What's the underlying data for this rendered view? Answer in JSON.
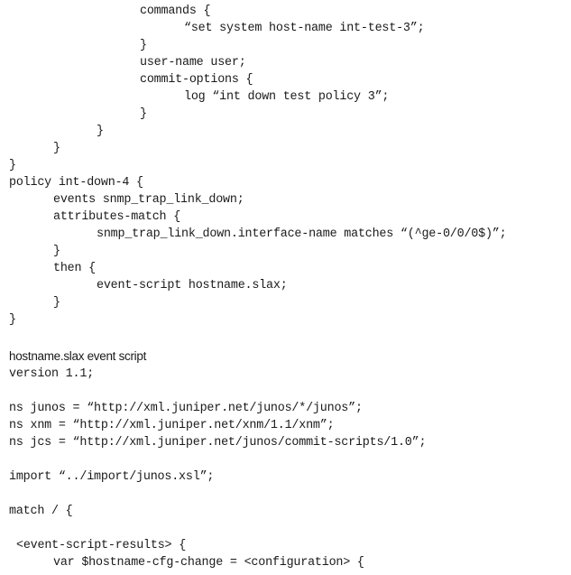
{
  "document": {
    "policy_block": [
      "commands {",
      "“set system host-name int-test-3”;",
      "}",
      "user-name user;",
      "commit-options {",
      "log “int down test policy 3”;",
      "}",
      "}",
      "}",
      "}",
      "policy int-down-4 {",
      "events snmp_trap_link_down;",
      "attributes-match {",
      "snmp_trap_link_down.interface-name matches “(^ge-0/0/0$)”;",
      "}",
      "then {",
      "event-script hostname.slax;",
      "}",
      "}"
    ],
    "script_heading": "hostname.slax event script",
    "script_block": [
      "version 1.1;",
      "ns junos = “http://xml.juniper.net/junos/*/junos”;",
      "ns xnm = “http://xml.juniper.net/xnm/1.1/xnm”;",
      "ns jcs = “http://xml.juniper.net/junos/commit-scripts/1.0”;",
      "import “../import/junos.xsl”;",
      "match / {",
      "<event-script-results> {",
      "var $hostname-cfg-change = <configuration> {"
    ]
  }
}
